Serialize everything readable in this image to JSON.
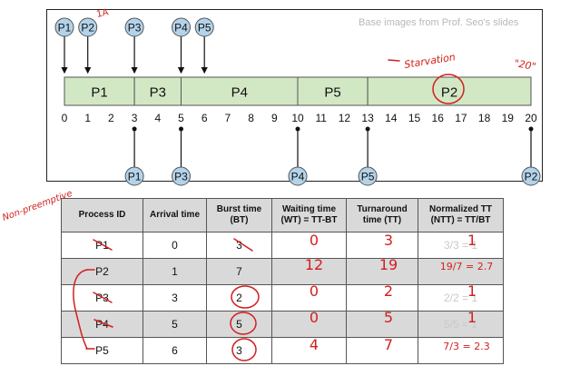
{
  "caption": "Base images from Prof. Seo's slides",
  "arrivals": [
    "P1",
    "P2",
    "P3",
    "P4",
    "P5"
  ],
  "gantt": [
    {
      "label": "P1",
      "start": 0,
      "end": 3
    },
    {
      "label": "P3",
      "start": 3,
      "end": 5
    },
    {
      "label": "P4",
      "start": 5,
      "end": 10
    },
    {
      "label": "P5",
      "start": 10,
      "end": 13
    },
    {
      "label": "P2",
      "start": 13,
      "end": 20
    }
  ],
  "ticks": [
    "0",
    "1",
    "2",
    "3",
    "4",
    "5",
    "6",
    "7",
    "8",
    "9",
    "10",
    "11",
    "12",
    "13",
    "14",
    "15",
    "16",
    "17",
    "18",
    "19",
    "20"
  ],
  "completions": [
    "P1",
    "P3",
    "P4",
    "P5",
    "P2"
  ],
  "table": {
    "headers": [
      "Process ID",
      "Arrival time",
      "Burst time (BT)",
      "Waiting time (WT) = TT-BT",
      "Turnaround time (TT)",
      "Normalized TT (NTT) = TT/BT"
    ],
    "rows": [
      [
        "P1",
        "0",
        "3",
        "",
        "",
        "3/3 = 1"
      ],
      [
        "P2",
        "1",
        "7",
        "",
        "",
        ""
      ],
      [
        "P3",
        "3",
        "2",
        "",
        "",
        "2/2 = 1"
      ],
      [
        "P4",
        "5",
        "5",
        "",
        "",
        "5/5 = 1"
      ],
      [
        "P5",
        "6",
        "3",
        "",
        "",
        ""
      ]
    ]
  },
  "handwriting": {
    "top_left_note": "1A",
    "starvation": "Starvation",
    "long_mark": "\"20\"",
    "side_note": "Non-preemptive",
    "wt": [
      "0",
      "12",
      "0",
      "0",
      "4"
    ],
    "tt": [
      "3",
      "19",
      "2",
      "5",
      "7"
    ],
    "ntt": [
      "1",
      "19/7 = 2.7",
      "1",
      "1",
      "7/3 = 2.3"
    ]
  },
  "colors": {
    "gantt_fill": "#d2e8c4",
    "circle_fill": "#b3d3ea",
    "ink": "#d21f1f",
    "header_fill": "#d9d9d9"
  }
}
